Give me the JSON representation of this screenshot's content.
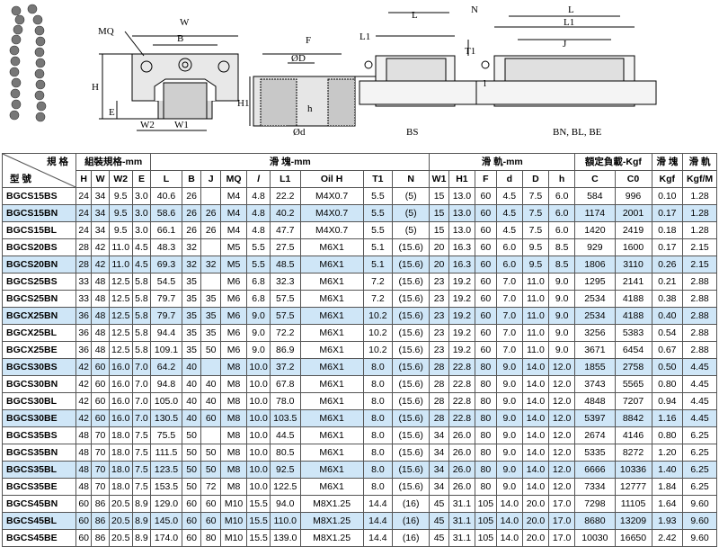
{
  "drawing_labels": {
    "front": {
      "W": "W",
      "B": "B",
      "MQ": "MQ",
      "H": "H",
      "E": "E",
      "W2": "W2",
      "W1": "W1"
    },
    "side": {
      "F": "F",
      "D": "ØD",
      "H1": "H1",
      "h": "h",
      "d": "Ød"
    },
    "bs": {
      "L": "L",
      "L1": "L1",
      "caption": "BS"
    },
    "bn": {
      "N": "N",
      "T1": "T1",
      "L": "L",
      "L1": "L1",
      "J": "J",
      "l": "l",
      "caption": "BN, BL, BE"
    }
  },
  "table": {
    "corner_top": "規 格",
    "corner_bottom": "型 號",
    "group_headers": {
      "assembly": "組裝規格-mm",
      "block": "滑  塊-mm",
      "rail": "滑  軌-mm",
      "load": "額定負載-Kgf",
      "block_weight": "滑 塊",
      "rail_weight": "滑 軌"
    },
    "columns": [
      "H",
      "W",
      "W2",
      "E",
      "L",
      "B",
      "J",
      "MQ",
      "l",
      "L1",
      "Oil H",
      "T1",
      "N",
      "W1",
      "H1",
      "F",
      "d",
      "D",
      "h",
      "C",
      "C0",
      "Kgf",
      "Kgf/M"
    ],
    "rows": [
      [
        "BGCS15BS",
        "24",
        "34",
        "9.5",
        "3.0",
        "40.6",
        "26",
        "",
        "M4",
        "4.8",
        "22.2",
        "M4X0.7",
        "5.5",
        "(5)",
        "15",
        "13.0",
        "60",
        "4.5",
        "7.5",
        "6.0",
        "584",
        "996",
        "0.10",
        "1.28"
      ],
      [
        "BGCS15BN",
        "24",
        "34",
        "9.5",
        "3.0",
        "58.6",
        "26",
        "26",
        "M4",
        "4.8",
        "40.2",
        "M4X0.7",
        "5.5",
        "(5)",
        "15",
        "13.0",
        "60",
        "4.5",
        "7.5",
        "6.0",
        "1174",
        "2001",
        "0.17",
        "1.28"
      ],
      [
        "BGCS15BL",
        "24",
        "34",
        "9.5",
        "3.0",
        "66.1",
        "26",
        "26",
        "M4",
        "4.8",
        "47.7",
        "M4X0.7",
        "5.5",
        "(5)",
        "15",
        "13.0",
        "60",
        "4.5",
        "7.5",
        "6.0",
        "1420",
        "2419",
        "0.18",
        "1.28"
      ],
      [
        "BGCS20BS",
        "28",
        "42",
        "11.0",
        "4.5",
        "48.3",
        "32",
        "",
        "M5",
        "5.5",
        "27.5",
        "M6X1",
        "5.1",
        "(15.6)",
        "20",
        "16.3",
        "60",
        "6.0",
        "9.5",
        "8.5",
        "929",
        "1600",
        "0.17",
        "2.15"
      ],
      [
        "BGCS20BN",
        "28",
        "42",
        "11.0",
        "4.5",
        "69.3",
        "32",
        "32",
        "M5",
        "5.5",
        "48.5",
        "M6X1",
        "5.1",
        "(15.6)",
        "20",
        "16.3",
        "60",
        "6.0",
        "9.5",
        "8.5",
        "1806",
        "3110",
        "0.26",
        "2.15"
      ],
      [
        "BGCS25BS",
        "33",
        "48",
        "12.5",
        "5.8",
        "54.5",
        "35",
        "",
        "M6",
        "6.8",
        "32.3",
        "M6X1",
        "7.2",
        "(15.6)",
        "23",
        "19.2",
        "60",
        "7.0",
        "11.0",
        "9.0",
        "1295",
        "2141",
        "0.21",
        "2.88"
      ],
      [
        "BGCS25BN",
        "33",
        "48",
        "12.5",
        "5.8",
        "79.7",
        "35",
        "35",
        "M6",
        "6.8",
        "57.5",
        "M6X1",
        "7.2",
        "(15.6)",
        "23",
        "19.2",
        "60",
        "7.0",
        "11.0",
        "9.0",
        "2534",
        "4188",
        "0.38",
        "2.88"
      ],
      [
        "BGCX25BN",
        "36",
        "48",
        "12.5",
        "5.8",
        "79.7",
        "35",
        "35",
        "M6",
        "9.0",
        "57.5",
        "M6X1",
        "10.2",
        "(15.6)",
        "23",
        "19.2",
        "60",
        "7.0",
        "11.0",
        "9.0",
        "2534",
        "4188",
        "0.40",
        "2.88"
      ],
      [
        "BGCX25BL",
        "36",
        "48",
        "12.5",
        "5.8",
        "94.4",
        "35",
        "35",
        "M6",
        "9.0",
        "72.2",
        "M6X1",
        "10.2",
        "(15.6)",
        "23",
        "19.2",
        "60",
        "7.0",
        "11.0",
        "9.0",
        "3256",
        "5383",
        "0.54",
        "2.88"
      ],
      [
        "BGCX25BE",
        "36",
        "48",
        "12.5",
        "5.8",
        "109.1",
        "35",
        "50",
        "M6",
        "9.0",
        "86.9",
        "M6X1",
        "10.2",
        "(15.6)",
        "23",
        "19.2",
        "60",
        "7.0",
        "11.0",
        "9.0",
        "3671",
        "6454",
        "0.67",
        "2.88"
      ],
      [
        "BGCS30BS",
        "42",
        "60",
        "16.0",
        "7.0",
        "64.2",
        "40",
        "",
        "M8",
        "10.0",
        "37.2",
        "M6X1",
        "8.0",
        "(15.6)",
        "28",
        "22.8",
        "80",
        "9.0",
        "14.0",
        "12.0",
        "1855",
        "2758",
        "0.50",
        "4.45"
      ],
      [
        "BGCS30BN",
        "42",
        "60",
        "16.0",
        "7.0",
        "94.8",
        "40",
        "40",
        "M8",
        "10.0",
        "67.8",
        "M6X1",
        "8.0",
        "(15.6)",
        "28",
        "22.8",
        "80",
        "9.0",
        "14.0",
        "12.0",
        "3743",
        "5565",
        "0.80",
        "4.45"
      ],
      [
        "BGCS30BL",
        "42",
        "60",
        "16.0",
        "7.0",
        "105.0",
        "40",
        "40",
        "M8",
        "10.0",
        "78.0",
        "M6X1",
        "8.0",
        "(15.6)",
        "28",
        "22.8",
        "80",
        "9.0",
        "14.0",
        "12.0",
        "4848",
        "7207",
        "0.94",
        "4.45"
      ],
      [
        "BGCS30BE",
        "42",
        "60",
        "16.0",
        "7.0",
        "130.5",
        "40",
        "60",
        "M8",
        "10.0",
        "103.5",
        "M6X1",
        "8.0",
        "(15.6)",
        "28",
        "22.8",
        "80",
        "9.0",
        "14.0",
        "12.0",
        "5397",
        "8842",
        "1.16",
        "4.45"
      ],
      [
        "BGCS35BS",
        "48",
        "70",
        "18.0",
        "7.5",
        "75.5",
        "50",
        "",
        "M8",
        "10.0",
        "44.5",
        "M6X1",
        "8.0",
        "(15.6)",
        "34",
        "26.0",
        "80",
        "9.0",
        "14.0",
        "12.0",
        "2674",
        "4146",
        "0.80",
        "6.25"
      ],
      [
        "BGCS35BN",
        "48",
        "70",
        "18.0",
        "7.5",
        "111.5",
        "50",
        "50",
        "M8",
        "10.0",
        "80.5",
        "M6X1",
        "8.0",
        "(15.6)",
        "34",
        "26.0",
        "80",
        "9.0",
        "14.0",
        "12.0",
        "5335",
        "8272",
        "1.20",
        "6.25"
      ],
      [
        "BGCS35BL",
        "48",
        "70",
        "18.0",
        "7.5",
        "123.5",
        "50",
        "50",
        "M8",
        "10.0",
        "92.5",
        "M6X1",
        "8.0",
        "(15.6)",
        "34",
        "26.0",
        "80",
        "9.0",
        "14.0",
        "12.0",
        "6666",
        "10336",
        "1.40",
        "6.25"
      ],
      [
        "BGCS35BE",
        "48",
        "70",
        "18.0",
        "7.5",
        "153.5",
        "50",
        "72",
        "M8",
        "10.0",
        "122.5",
        "M6X1",
        "8.0",
        "(15.6)",
        "34",
        "26.0",
        "80",
        "9.0",
        "14.0",
        "12.0",
        "7334",
        "12777",
        "1.84",
        "6.25"
      ],
      [
        "BGCS45BN",
        "60",
        "86",
        "20.5",
        "8.9",
        "129.0",
        "60",
        "60",
        "M10",
        "15.5",
        "94.0",
        "M8X1.25",
        "14.4",
        "(16)",
        "45",
        "31.1",
        "105",
        "14.0",
        "20.0",
        "17.0",
        "7298",
        "11105",
        "1.64",
        "9.60"
      ],
      [
        "BGCS45BL",
        "60",
        "86",
        "20.5",
        "8.9",
        "145.0",
        "60",
        "60",
        "M10",
        "15.5",
        "110.0",
        "M8X1.25",
        "14.4",
        "(16)",
        "45",
        "31.1",
        "105",
        "14.0",
        "20.0",
        "17.0",
        "8680",
        "13209",
        "1.93",
        "9.60"
      ],
      [
        "BGCS45BE",
        "60",
        "86",
        "20.5",
        "8.9",
        "174.0",
        "60",
        "80",
        "M10",
        "15.5",
        "139.0",
        "M8X1.25",
        "14.4",
        "(16)",
        "45",
        "31.1",
        "105",
        "14.0",
        "20.0",
        "17.0",
        "10030",
        "16650",
        "2.42",
        "9.60"
      ]
    ],
    "highlight_rows": [
      1,
      4,
      7,
      10,
      13,
      16,
      19
    ]
  }
}
